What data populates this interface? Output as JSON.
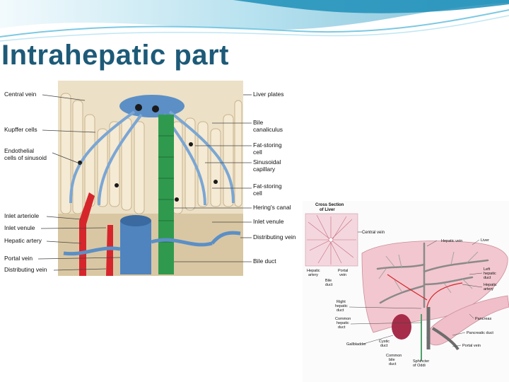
{
  "slide": {
    "title": "Intrahepatic part"
  },
  "lobule_figure": {
    "left_labels": [
      "Central vein",
      "Kupffer cells",
      "Endothelial",
      "cells of sinusoid",
      "Inlet arteriole",
      "Inlet venule",
      "Hepatic artery",
      "Portal vein",
      "Distributing vein"
    ],
    "right_labels": [
      "Liver plates",
      "Bile",
      "canaliculus",
      "Fat-storing",
      "cell",
      "Sinusoidal",
      "capillary",
      "Fat-storing",
      "cell",
      "Hering's canal",
      "Inlet venule",
      "Distributing vein",
      "Bile duct"
    ]
  },
  "liver_figure": {
    "inset_title": [
      "Cross Section",
      "of Liver"
    ],
    "labels": {
      "central_vein": "Central vein",
      "hepatic_artery": [
        "Hepatic",
        "artery"
      ],
      "portal_vein": [
        "Portal",
        "vein"
      ],
      "bile_duct": [
        "Bile",
        "duct"
      ],
      "hepatic_vein": "Hepatic vein",
      "liver": "Liver",
      "left_hepatic_duct": [
        "Left",
        "hepatic",
        "duct"
      ],
      "hepatic_artery_right": [
        "Hepatic",
        "artery"
      ],
      "right_hepatic_duct": [
        "Right",
        "hepatic",
        "duct"
      ],
      "common_hepatic_duct": [
        "Common",
        "hepatic",
        "duct"
      ],
      "pancreas": "Pancreas",
      "pancreatic_duct": "Pancreatic duct",
      "gallbladder": "Gallbladder",
      "cystic_duct": [
        "Cystic",
        "duct"
      ],
      "portal_vein_main": "Portal vein",
      "common_bile_duct": [
        "Common",
        "bile",
        "duct"
      ],
      "sphincter": [
        "Sphincter",
        "of Oddi"
      ]
    }
  },
  "colors": {
    "title": "#1d5a78",
    "wave_dark": "#1e8fb8",
    "wave_light": "#bfe6f3",
    "vein_blue": "#5b8fc6",
    "artery_red": "#d6262c",
    "bile_green": "#2f9a4e",
    "hepatocyte": "#f2e6cf",
    "liver_pink": "#f3c7cf",
    "pancreas": "#f0bfc9"
  }
}
